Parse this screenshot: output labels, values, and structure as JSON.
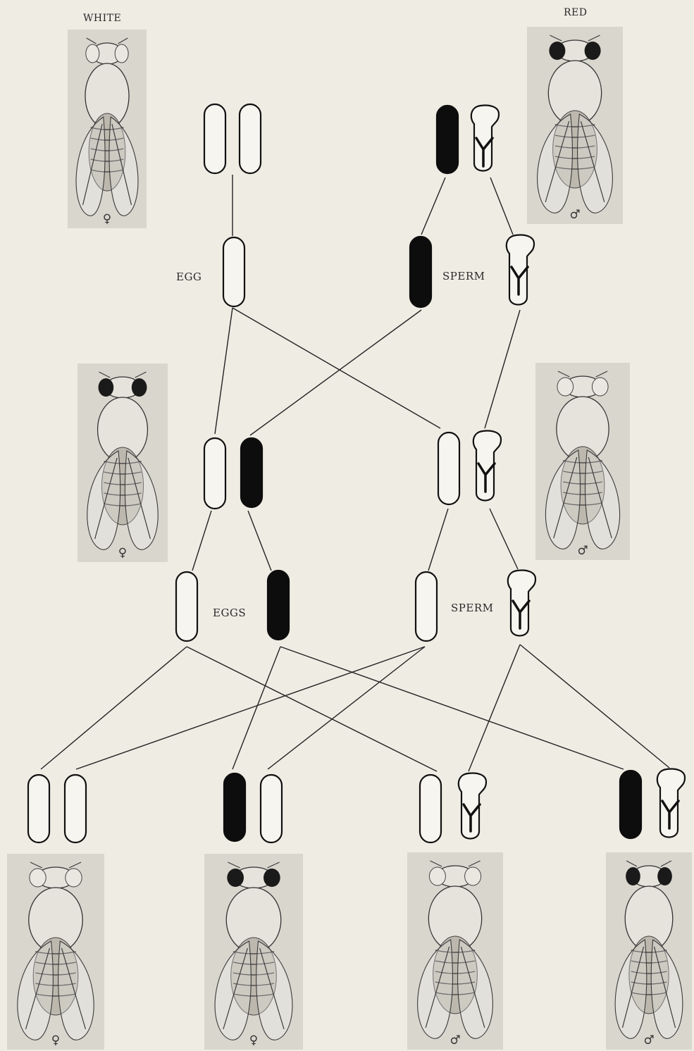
{
  "labels": {
    "white": "WHITE",
    "red": "RED",
    "egg": "EGG",
    "sperm_top": "SPERM",
    "eggs": "EGGS",
    "sperm_mid": "SPERM"
  },
  "sex_symbols": {
    "female": "♀",
    "male": "♂"
  },
  "flies": [
    {
      "id": "p-white-female",
      "eye": "white",
      "sex": "♀"
    },
    {
      "id": "p-red-male",
      "eye": "red",
      "sex": "♂"
    },
    {
      "id": "f1-female",
      "eye": "red",
      "sex": "♀"
    },
    {
      "id": "f1-male",
      "eye": "white",
      "sex": "♂"
    },
    {
      "id": "f2-female-white",
      "eye": "white",
      "sex": "♀"
    },
    {
      "id": "f2-female-red",
      "eye": "red",
      "sex": "♀"
    },
    {
      "id": "f2-male-white",
      "eye": "white",
      "sex": "♂"
    },
    {
      "id": "f2-male-red",
      "eye": "red",
      "sex": "♂"
    }
  ]
}
